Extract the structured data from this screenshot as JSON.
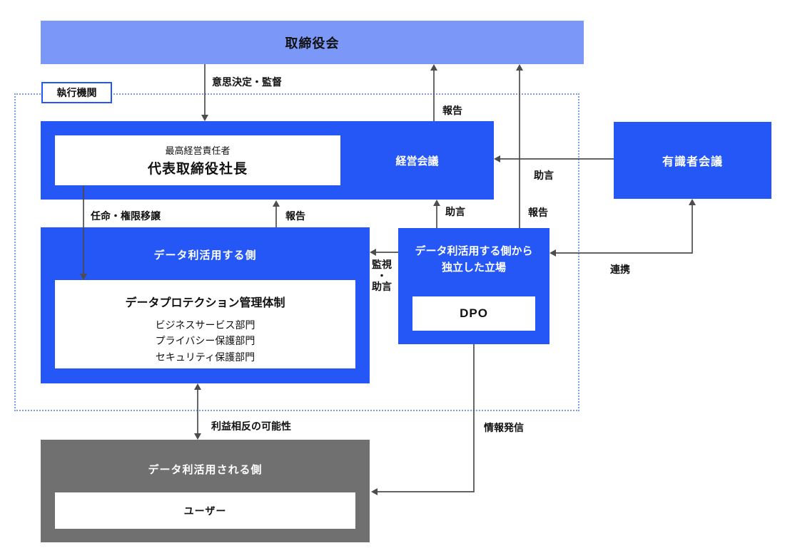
{
  "palette": {
    "accent_blue": "#2457F5",
    "light_periwinkle": "#7B97F8",
    "gray": "#707070",
    "dotted_border": "#7E9BF5",
    "line": "#4d4d4d"
  },
  "board": {
    "label": "取締役会"
  },
  "executive_frame": {
    "label": "執行機関"
  },
  "ceo_box": {
    "subtitle": "最高経営責任者",
    "title": "代表取締役社長",
    "side_label": "経営会議"
  },
  "expert_box": {
    "label": "有識者会議"
  },
  "data_user_box": {
    "title": "データ利活用する側",
    "inner_title": "データプロテクション管理体制",
    "departments": [
      "ビジネスサービス部門",
      "プライバシー保護部門",
      "セキュリティ保護部門"
    ]
  },
  "independent_box": {
    "title_line1": "データ利活用する側から",
    "title_line2": "独立した立場",
    "inner_label": "DPO"
  },
  "data_subject_box": {
    "title": "データ利活用される側",
    "inner_label": "ユーザー"
  },
  "edge_labels": {
    "decision_supervision": "意思決定・監督",
    "report_ceo_to_board": "報告",
    "report_independent_to_board": "報告",
    "advice_to_management": "助言",
    "advice_expert": "助言",
    "monitor_advice": [
      "監視",
      "・",
      "助言"
    ],
    "cooperation": "連携",
    "appointment_delegation": "任命・権限移譲",
    "report_datauser": "報告",
    "conflict_of_interest": "利益相反の可能性",
    "information_dissemination": "情報発信"
  }
}
